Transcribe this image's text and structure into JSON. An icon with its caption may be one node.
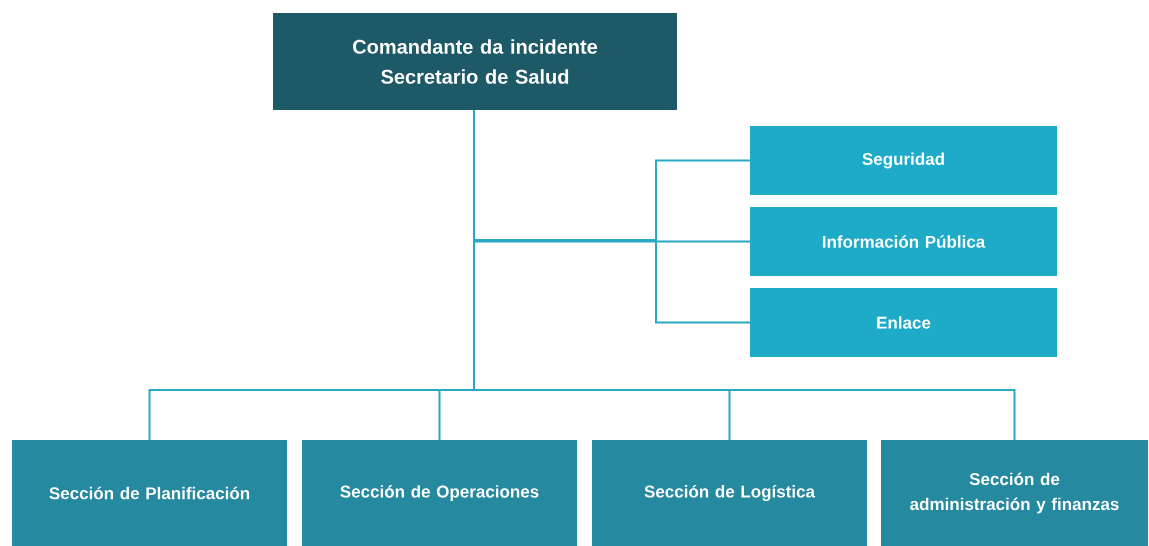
{
  "diagram": {
    "nodes": [
      {
        "text": [
          "Comandante da incidente",
          "Secretario de Salud"
        ]
      },
      {
        "text": [
          "Seguridad"
        ]
      },
      {
        "text": [
          "Información Pública"
        ]
      },
      {
        "text": [
          "Enlace"
        ]
      },
      {
        "text": [
          "Sección de Planificación"
        ]
      },
      {
        "text": [
          "Sección de Operaciones"
        ]
      },
      {
        "text": [
          "Sección de Logística"
        ]
      },
      {
        "text": [
          "Sección de administración y finanzas"
        ]
      }
    ],
    "edges": [
      {
        "from": 0,
        "to": 1,
        "arrow": "none"
      },
      {
        "from": 0,
        "to": 2,
        "arrow": "none"
      },
      {
        "from": 0,
        "to": 3,
        "arrow": "none"
      },
      {
        "from": 0,
        "to": 4,
        "arrow": "none"
      },
      {
        "from": 0,
        "to": 5,
        "arrow": "none"
      },
      {
        "from": 0,
        "to": 6,
        "arrow": "none"
      },
      {
        "from": 0,
        "to": 7,
        "arrow": "none"
      }
    ]
  }
}
